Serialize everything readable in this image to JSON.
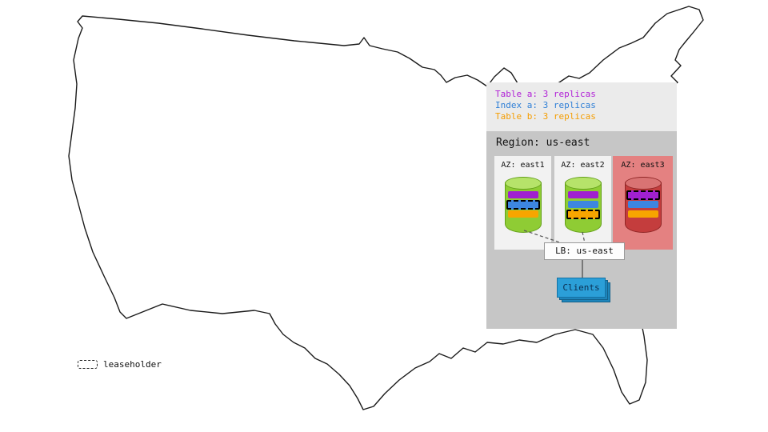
{
  "legend": {
    "items": [
      {
        "id": "table-a",
        "label": "Table a: 3 replicas",
        "color": "#b01fd6"
      },
      {
        "id": "index-a",
        "label": "Index a: 3 replicas",
        "color": "#2f7fd6"
      },
      {
        "id": "table-b",
        "label": "Table b: 3 replicas",
        "color": "#f59d00"
      }
    ]
  },
  "region": {
    "title": "Region: us-east",
    "zones": [
      {
        "label": "AZ: east1",
        "status": "normal",
        "leaseholder_bar": "index-a"
      },
      {
        "label": "AZ: east2",
        "status": "normal",
        "leaseholder_bar": "table-b"
      },
      {
        "label": "AZ: east3",
        "status": "highlighted",
        "leaseholder_bar": "table-a"
      }
    ],
    "load_balancer": {
      "label": "LB: us-east"
    },
    "clients": {
      "label": "Clients"
    }
  },
  "key": {
    "leaseholder_label": "leaseholder"
  },
  "colors": {
    "table_a_purple": "#a020d0",
    "index_a_blue": "#3d86e0",
    "table_b_orange": "#f7a500",
    "zone_normal_bg": "#f2f2f2",
    "zone_highlight_bg": "#e48181",
    "region_bg": "#c6c6c6",
    "legend_bg": "#ebebeb",
    "cylinder_green": "#8fcc34",
    "cylinder_red": "#c43d3d",
    "clients_blue": "#2b9fd8"
  }
}
